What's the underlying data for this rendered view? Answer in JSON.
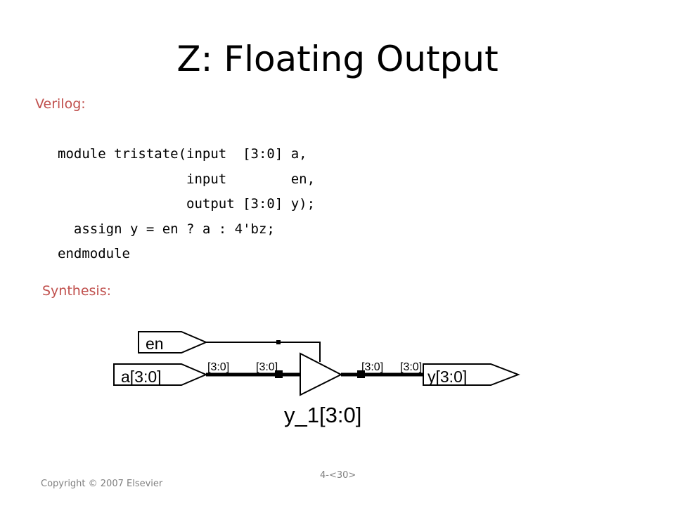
{
  "slide": {
    "title": "Z: Floating Output",
    "verilog_label": "Verilog:",
    "synthesis_label": "Synthesis:",
    "code_lines": [
      "module tristate(input  [3:0] a,",
      "                input        en,",
      "                output [3:0] y);",
      "  assign y = en ? a : 4'bz;",
      "endmodule"
    ],
    "schematic": {
      "input_en": "en",
      "input_a": "a[3:0]",
      "output_y": "y[3:0]",
      "bus_label_1": "[3:0]",
      "bus_label_2": "[3:0]",
      "bus_label_3": "[3:0]",
      "bus_label_4": "[3:0]",
      "buffer_name": "y_1[3:0]"
    },
    "copyright": "Copyright © 2007 Elsevier",
    "page_number": "4-<30>"
  }
}
